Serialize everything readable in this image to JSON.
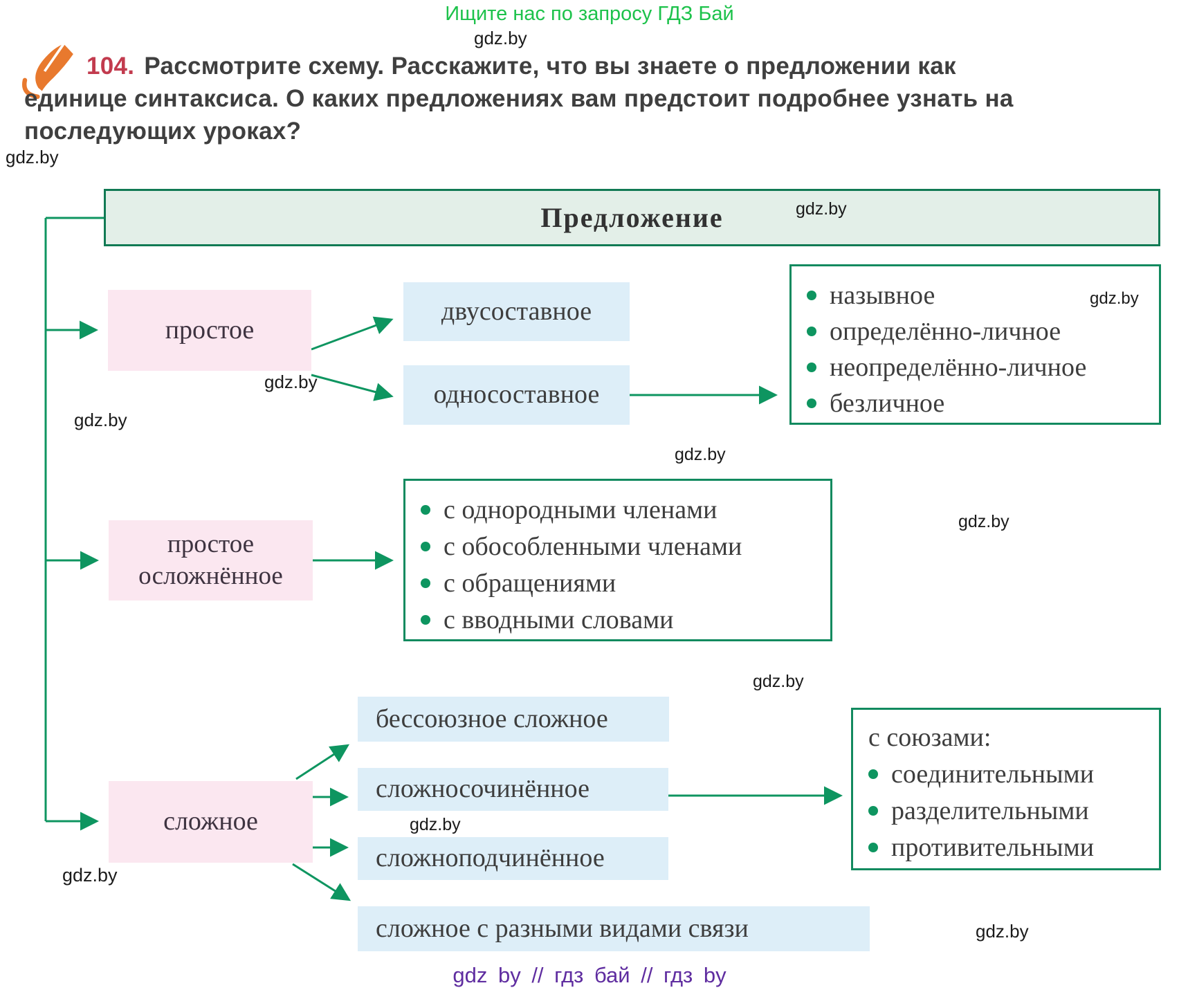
{
  "banner": {
    "text": "Ищите нас по запросу ГДЗ Бай"
  },
  "task": {
    "number": "104.",
    "line1": "Рассмотрите схему. Расскажите, что вы знаете о предложении как",
    "line2": "единице синтаксиса. О каких предложениях вам предстоит подробнее узнать на",
    "line3": "последующих уроках?"
  },
  "diagram": {
    "root": "Предложение",
    "simple": "простое",
    "two_part": "двусоставное",
    "one_part": "односоставное",
    "one_part_types": [
      "назывное",
      "определённо-личное",
      "неопределённо-личное",
      "безличное"
    ],
    "simple_complicated_line1": "простое",
    "simple_complicated_line2": "осложнённое",
    "complicated_types": [
      "с однородными членами",
      "с обособленными членами",
      "с обращениями",
      "с вводными словами"
    ],
    "complex": "сложное",
    "complex_asyndetic": "бессоюзное сложное",
    "complex_compound": "сложносочинённое",
    "complex_subordinate": "сложноподчинённое",
    "complex_mixed": "сложное с разными видами связи",
    "conjunctions_header": "с союзами:",
    "conjunction_types": [
      "соединительными",
      "разделительными",
      "противительными"
    ]
  },
  "watermarks": {
    "top_center": "gdz.by",
    "left_upper": "gdz.by",
    "in_title_box": "gdz.by",
    "below_simple": "gdz.by",
    "left_mid": "gdz.by",
    "in_one_part_panel": "gdz.by",
    "above_complicated_panel": "gdz.by",
    "right_of_complicated_panel": "gdz.by",
    "above_union_panel": "gdz.by",
    "between_complex_boxes": "gdz.by",
    "below_complex": "gdz.by",
    "bottom_right": "gdz.by"
  },
  "footer": {
    "text": "gdz by // гдз бай // гдз by"
  },
  "colors": {
    "banner_green": "#1dc24b",
    "line_green": "#0e9560",
    "border_green": "#117a54",
    "pink_fill": "#fbe7f0",
    "blue_fill": "#ddeef8",
    "title_fill": "#e3efe8",
    "task_number_red": "#c23b4e",
    "footer_purple": "#5f2da0"
  }
}
